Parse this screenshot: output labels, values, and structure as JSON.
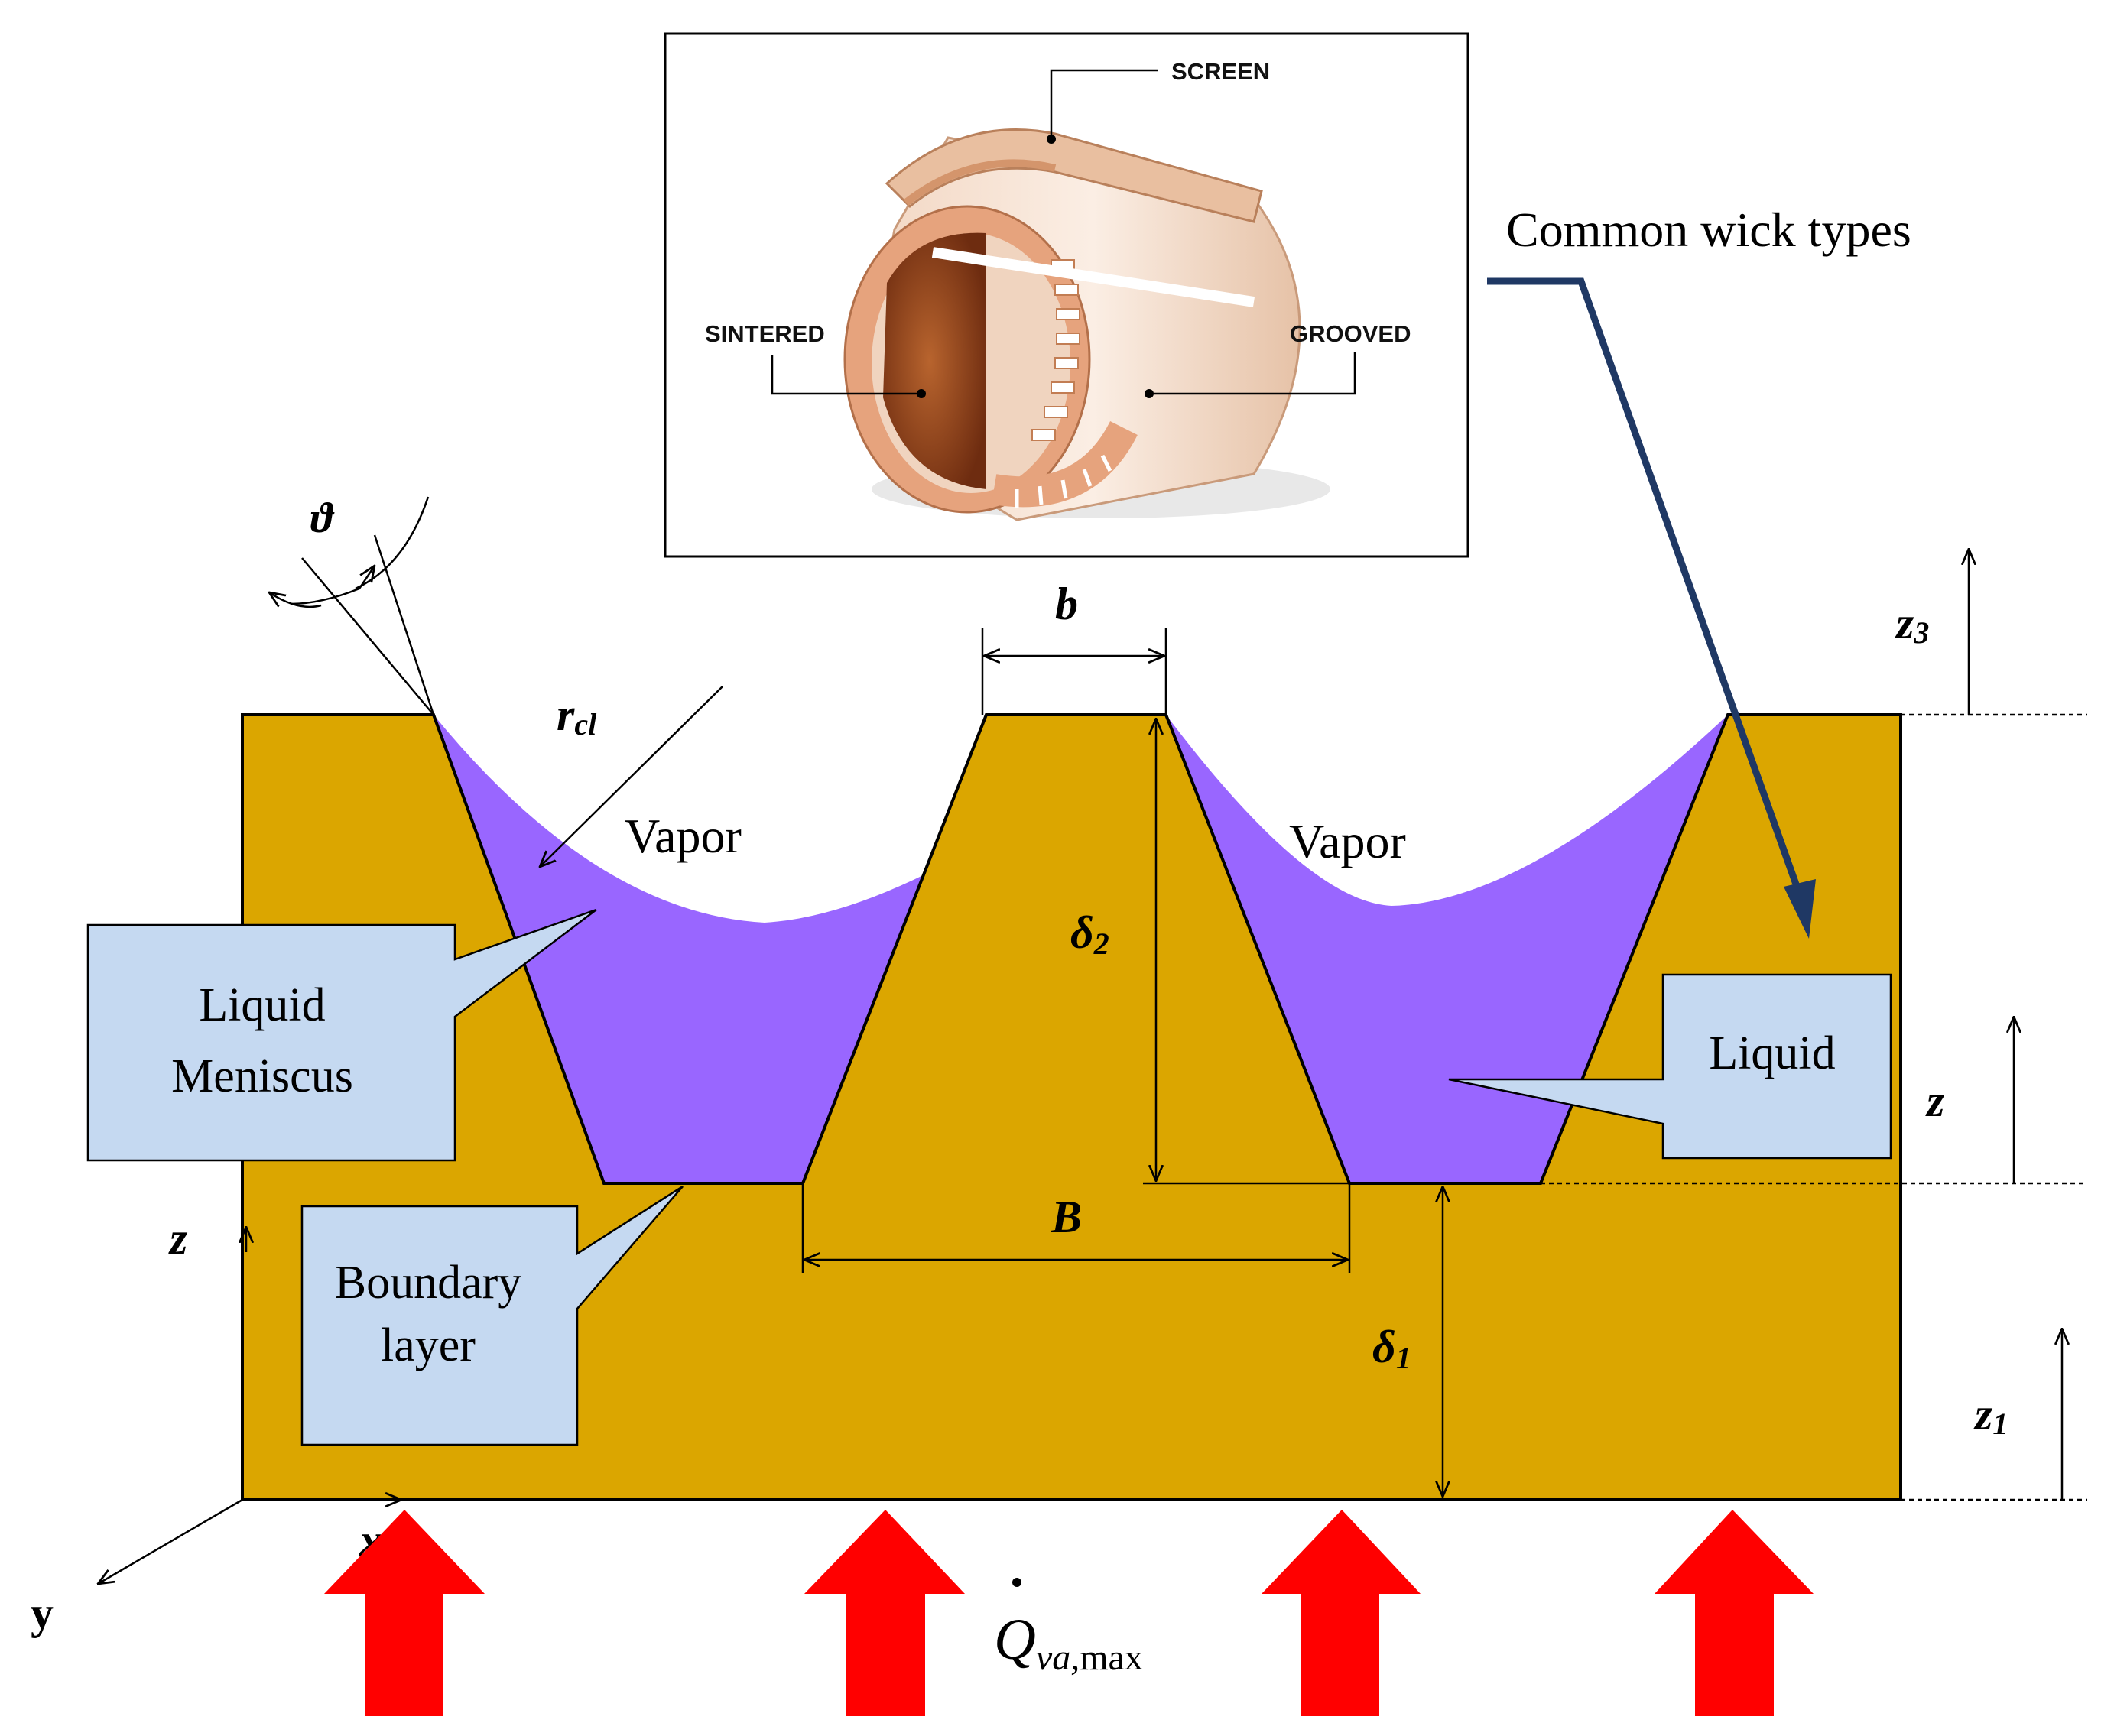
{
  "inset": {
    "labels": {
      "screen": "SCREEN",
      "sintered": "SINTERED",
      "grooved": "GROOVED"
    }
  },
  "callouts": {
    "common_wick_types": "Common wick types",
    "liquid_meniscus_line1": "Liquid",
    "liquid_meniscus_line2": "Meniscus",
    "boundary_layer_line1": "Boundary",
    "boundary_layer_line2": "layer",
    "liquid": "Liquid"
  },
  "regions": {
    "vapor_left": "Vapor",
    "vapor_right": "Vapor"
  },
  "symbols": {
    "theta": "ϑ",
    "r_main": "r",
    "r_sub": "cl",
    "b": "b",
    "B": "B",
    "delta2_main": "δ",
    "delta2_sub": "2",
    "delta1_main": "δ",
    "delta1_sub": "1",
    "z3_main": "z",
    "z3_sub": "3",
    "z": "z",
    "z1_main": "z",
    "z1_sub": "1",
    "z_axis": "z",
    "x_axis": "x",
    "y_axis": "y",
    "q_main": "Q",
    "q_sub": "va,",
    "q_sub_max": "max"
  },
  "colors": {
    "wick": "#dba600",
    "liquid": "#9966ff",
    "callout_fill": "#c5d9f1",
    "heat_arrow": "#ff0000",
    "pointer_arrow": "#1f3864"
  }
}
